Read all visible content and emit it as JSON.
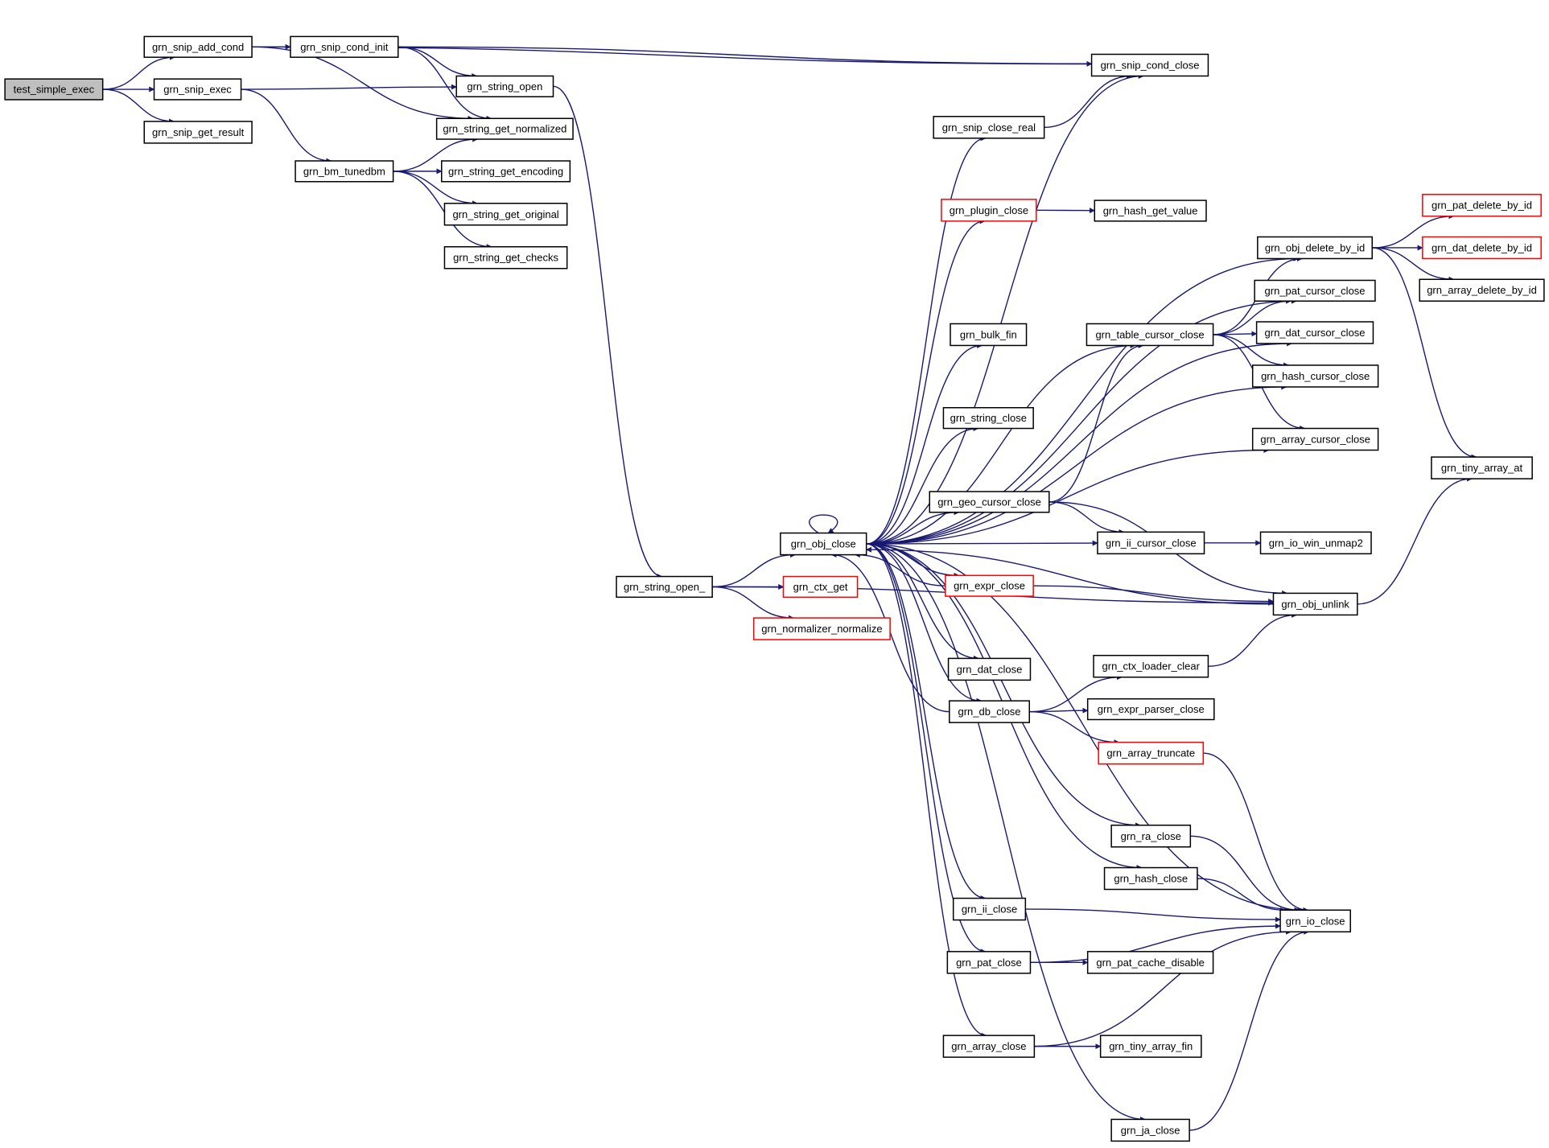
{
  "graph": {
    "edge_color": "#191970",
    "truncated_border_color": "#ff0000",
    "root_fill": "#bfbfbf",
    "nodes": [
      {
        "id": "test_simple_exec",
        "label": "test_simple_exec",
        "root": true
      },
      {
        "id": "grn_snip_add_cond",
        "label": "grn_snip_add_cond"
      },
      {
        "id": "grn_snip_exec",
        "label": "grn_snip_exec"
      },
      {
        "id": "grn_snip_get_result",
        "label": "grn_snip_get_result"
      },
      {
        "id": "grn_snip_cond_init",
        "label": "grn_snip_cond_init"
      },
      {
        "id": "grn_bm_tunedbm",
        "label": "grn_bm_tunedbm"
      },
      {
        "id": "grn_string_open",
        "label": "grn_string_open"
      },
      {
        "id": "grn_string_get_normalized",
        "label": "grn_string_get_normalized"
      },
      {
        "id": "grn_string_get_encoding",
        "label": "grn_string_get_encoding"
      },
      {
        "id": "grn_string_get_original",
        "label": "grn_string_get_original"
      },
      {
        "id": "grn_string_get_checks",
        "label": "grn_string_get_checks"
      },
      {
        "id": "grn_snip_cond_close",
        "label": "grn_snip_cond_close"
      },
      {
        "id": "grn_string_open_",
        "label": "grn_string_open_"
      },
      {
        "id": "grn_obj_close",
        "label": "grn_obj_close"
      },
      {
        "id": "grn_ctx_get",
        "label": "grn_ctx_get",
        "truncated": true
      },
      {
        "id": "grn_normalizer_normalize",
        "label": "grn_normalizer_normalize",
        "truncated": true
      },
      {
        "id": "grn_snip_close_real",
        "label": "grn_snip_close_real"
      },
      {
        "id": "grn_plugin_close",
        "label": "grn_plugin_close",
        "truncated": true
      },
      {
        "id": "grn_bulk_fin",
        "label": "grn_bulk_fin"
      },
      {
        "id": "grn_string_close",
        "label": "grn_string_close"
      },
      {
        "id": "grn_geo_cursor_close",
        "label": "grn_geo_cursor_close"
      },
      {
        "id": "grn_expr_close",
        "label": "grn_expr_close",
        "truncated": true
      },
      {
        "id": "grn_dat_close",
        "label": "grn_dat_close"
      },
      {
        "id": "grn_db_close",
        "label": "grn_db_close"
      },
      {
        "id": "grn_ii_close",
        "label": "grn_ii_close"
      },
      {
        "id": "grn_pat_close",
        "label": "grn_pat_close"
      },
      {
        "id": "grn_array_close",
        "label": "grn_array_close"
      },
      {
        "id": "grn_hash_get_value",
        "label": "grn_hash_get_value"
      },
      {
        "id": "grn_table_cursor_close",
        "label": "grn_table_cursor_close"
      },
      {
        "id": "grn_ii_cursor_close",
        "label": "grn_ii_cursor_close"
      },
      {
        "id": "grn_ctx_loader_clear",
        "label": "grn_ctx_loader_clear"
      },
      {
        "id": "grn_expr_parser_close",
        "label": "grn_expr_parser_close"
      },
      {
        "id": "grn_array_truncate",
        "label": "grn_array_truncate",
        "truncated": true
      },
      {
        "id": "grn_ra_close",
        "label": "grn_ra_close"
      },
      {
        "id": "grn_hash_close",
        "label": "grn_hash_close"
      },
      {
        "id": "grn_pat_cache_disable",
        "label": "grn_pat_cache_disable"
      },
      {
        "id": "grn_tiny_array_fin",
        "label": "grn_tiny_array_fin"
      },
      {
        "id": "grn_ja_close",
        "label": "grn_ja_close"
      },
      {
        "id": "grn_obj_delete_by_id",
        "label": "grn_obj_delete_by_id"
      },
      {
        "id": "grn_pat_cursor_close",
        "label": "grn_pat_cursor_close"
      },
      {
        "id": "grn_dat_cursor_close",
        "label": "grn_dat_cursor_close"
      },
      {
        "id": "grn_hash_cursor_close",
        "label": "grn_hash_cursor_close"
      },
      {
        "id": "grn_array_cursor_close",
        "label": "grn_array_cursor_close"
      },
      {
        "id": "grn_io_win_unmap2",
        "label": "grn_io_win_unmap2"
      },
      {
        "id": "grn_obj_unlink",
        "label": "grn_obj_unlink"
      },
      {
        "id": "grn_io_close",
        "label": "grn_io_close"
      },
      {
        "id": "grn_pat_delete_by_id",
        "label": "grn_pat_delete_by_id",
        "truncated": true
      },
      {
        "id": "grn_dat_delete_by_id",
        "label": "grn_dat_delete_by_id",
        "truncated": true
      },
      {
        "id": "grn_array_delete_by_id",
        "label": "grn_array_delete_by_id"
      },
      {
        "id": "grn_tiny_array_at",
        "label": "grn_tiny_array_at"
      }
    ],
    "edges": [
      {
        "from": "test_simple_exec",
        "to": "grn_snip_add_cond"
      },
      {
        "from": "test_simple_exec",
        "to": "grn_snip_exec"
      },
      {
        "from": "test_simple_exec",
        "to": "grn_snip_get_result"
      },
      {
        "from": "grn_snip_add_cond",
        "to": "grn_snip_cond_init"
      },
      {
        "from": "grn_snip_add_cond",
        "to": "grn_snip_cond_close"
      },
      {
        "from": "grn_snip_add_cond",
        "to": "grn_string_get_normalized"
      },
      {
        "from": "grn_snip_cond_init",
        "to": "grn_snip_cond_close"
      },
      {
        "from": "grn_snip_cond_init",
        "to": "grn_string_open"
      },
      {
        "from": "grn_snip_cond_init",
        "to": "grn_string_get_normalized"
      },
      {
        "from": "grn_snip_exec",
        "to": "grn_string_open"
      },
      {
        "from": "grn_snip_exec",
        "to": "grn_bm_tunedbm"
      },
      {
        "from": "grn_bm_tunedbm",
        "to": "grn_string_get_normalized"
      },
      {
        "from": "grn_bm_tunedbm",
        "to": "grn_string_get_encoding"
      },
      {
        "from": "grn_bm_tunedbm",
        "to": "grn_string_get_original"
      },
      {
        "from": "grn_bm_tunedbm",
        "to": "grn_string_get_checks"
      },
      {
        "from": "grn_string_open",
        "to": "grn_string_open_"
      },
      {
        "from": "grn_string_open_",
        "to": "grn_obj_close"
      },
      {
        "from": "grn_string_open_",
        "to": "grn_ctx_get"
      },
      {
        "from": "grn_string_open_",
        "to": "grn_normalizer_normalize"
      },
      {
        "from": "grn_string_open_",
        "to": "grn_obj_unlink"
      },
      {
        "from": "grn_obj_close",
        "to": "grn_obj_close"
      },
      {
        "from": "grn_obj_close",
        "to": "grn_snip_cond_close"
      },
      {
        "from": "grn_obj_close",
        "to": "grn_snip_close_real"
      },
      {
        "from": "grn_obj_close",
        "to": "grn_obj_delete_by_id"
      },
      {
        "from": "grn_obj_close",
        "to": "grn_plugin_close"
      },
      {
        "from": "grn_obj_close",
        "to": "grn_pat_cursor_close"
      },
      {
        "from": "grn_obj_close",
        "to": "grn_dat_cursor_close"
      },
      {
        "from": "grn_obj_close",
        "to": "grn_bulk_fin"
      },
      {
        "from": "grn_obj_close",
        "to": "grn_table_cursor_close"
      },
      {
        "from": "grn_obj_close",
        "to": "grn_hash_cursor_close"
      },
      {
        "from": "grn_obj_close",
        "to": "grn_string_close"
      },
      {
        "from": "grn_obj_close",
        "to": "grn_array_cursor_close"
      },
      {
        "from": "grn_obj_close",
        "to": "grn_geo_cursor_close"
      },
      {
        "from": "grn_obj_close",
        "to": "grn_ii_cursor_close"
      },
      {
        "from": "grn_obj_close",
        "to": "grn_expr_close"
      },
      {
        "from": "grn_obj_close",
        "to": "grn_dat_close"
      },
      {
        "from": "grn_obj_close",
        "to": "grn_db_close"
      },
      {
        "from": "grn_obj_close",
        "to": "grn_ra_close"
      },
      {
        "from": "grn_obj_close",
        "to": "grn_hash_close"
      },
      {
        "from": "grn_obj_close",
        "to": "grn_ii_close"
      },
      {
        "from": "grn_obj_close",
        "to": "grn_pat_close"
      },
      {
        "from": "grn_obj_close",
        "to": "grn_array_close"
      },
      {
        "from": "grn_obj_close",
        "to": "grn_ja_close"
      },
      {
        "from": "grn_obj_close",
        "to": "grn_io_close"
      },
      {
        "from": "grn_snip_close_real",
        "to": "grn_snip_cond_close"
      },
      {
        "from": "grn_plugin_close",
        "to": "grn_hash_get_value"
      },
      {
        "from": "grn_table_cursor_close",
        "to": "grn_obj_delete_by_id"
      },
      {
        "from": "grn_table_cursor_close",
        "to": "grn_pat_cursor_close"
      },
      {
        "from": "grn_table_cursor_close",
        "to": "grn_dat_cursor_close"
      },
      {
        "from": "grn_table_cursor_close",
        "to": "grn_hash_cursor_close"
      },
      {
        "from": "grn_table_cursor_close",
        "to": "grn_array_cursor_close"
      },
      {
        "from": "grn_geo_cursor_close",
        "to": "grn_table_cursor_close"
      },
      {
        "from": "grn_geo_cursor_close",
        "to": "grn_ii_cursor_close"
      },
      {
        "from": "grn_geo_cursor_close",
        "to": "grn_obj_unlink"
      },
      {
        "from": "grn_ii_cursor_close",
        "to": "grn_io_win_unmap2"
      },
      {
        "from": "grn_expr_close",
        "to": "grn_obj_close"
      },
      {
        "from": "grn_expr_close",
        "to": "grn_obj_unlink"
      },
      {
        "from": "grn_obj_unlink",
        "to": "grn_obj_close"
      },
      {
        "from": "grn_obj_unlink",
        "to": "grn_tiny_array_at"
      },
      {
        "from": "grn_db_close",
        "to": "grn_obj_close"
      },
      {
        "from": "grn_db_close",
        "to": "grn_ctx_loader_clear"
      },
      {
        "from": "grn_db_close",
        "to": "grn_expr_parser_close"
      },
      {
        "from": "grn_db_close",
        "to": "grn_array_truncate"
      },
      {
        "from": "grn_ctx_loader_clear",
        "to": "grn_obj_unlink"
      },
      {
        "from": "grn_array_truncate",
        "to": "grn_io_close"
      },
      {
        "from": "grn_ra_close",
        "to": "grn_io_close"
      },
      {
        "from": "grn_hash_close",
        "to": "grn_io_close"
      },
      {
        "from": "grn_ii_close",
        "to": "grn_io_close"
      },
      {
        "from": "grn_pat_close",
        "to": "grn_pat_cache_disable"
      },
      {
        "from": "grn_pat_close",
        "to": "grn_io_close"
      },
      {
        "from": "grn_array_close",
        "to": "grn_tiny_array_fin"
      },
      {
        "from": "grn_array_close",
        "to": "grn_io_close"
      },
      {
        "from": "grn_ja_close",
        "to": "grn_io_close"
      },
      {
        "from": "grn_obj_delete_by_id",
        "to": "grn_pat_delete_by_id"
      },
      {
        "from": "grn_obj_delete_by_id",
        "to": "grn_dat_delete_by_id"
      },
      {
        "from": "grn_obj_delete_by_id",
        "to": "grn_array_delete_by_id"
      },
      {
        "from": "grn_obj_delete_by_id",
        "to": "grn_tiny_array_at"
      }
    ]
  }
}
